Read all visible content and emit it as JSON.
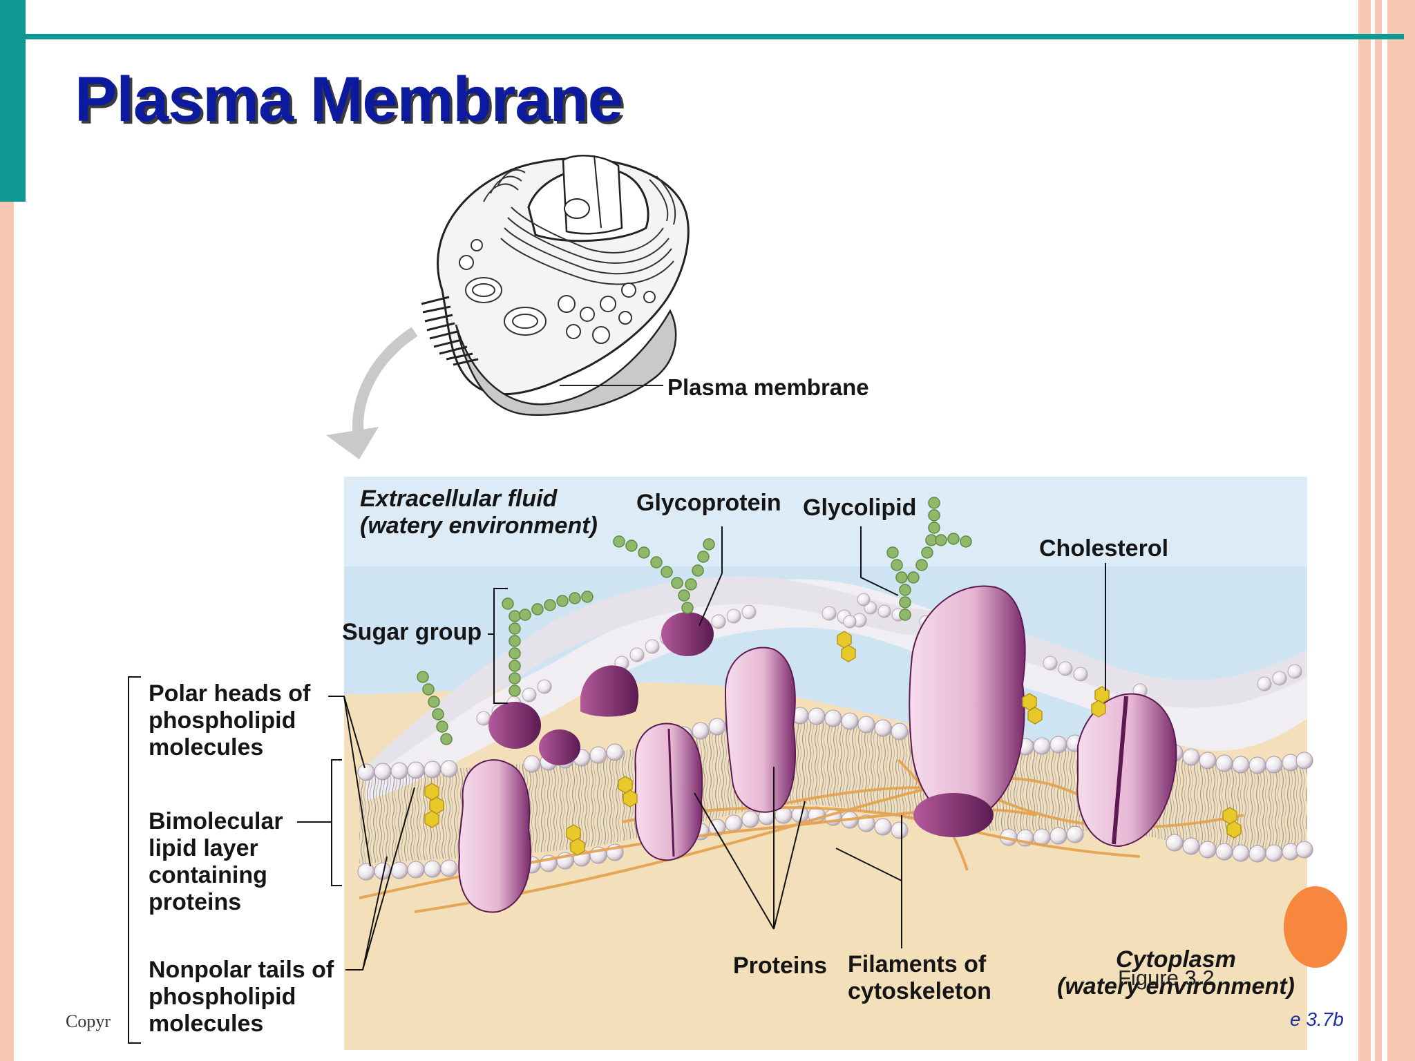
{
  "slide": {
    "title": "Plasma Membrane",
    "copyright": "Copyr",
    "figure_ref": "e 3.7b",
    "figure_caption": "Figure 3.2"
  },
  "colors": {
    "teal": "#0e9a93",
    "title_blue": "#0b1a9e",
    "stripe_salmon": "#f8c7b4",
    "accent_orange": "#f7863f",
    "extracellular": "#cfe4f2",
    "cytoplasm": "#f3dfb9",
    "protein_purple": "#7a2a6c",
    "protein_light": "#f2cfe4",
    "sugar_green": "#8fb86a",
    "cholesterol_yellow": "#e8c92a",
    "filament_orange": "#e4a24d"
  },
  "diagram": {
    "cell_label": "Plasma membrane",
    "labels": {
      "extracellular_line1": "Extracellular fluid",
      "extracellular_line2": "(watery environment)",
      "glycoprotein": "Glycoprotein",
      "glycolipid": "Glycolipid",
      "cholesterol": "Cholesterol",
      "sugar_group": "Sugar group",
      "polar_heads_1": "Polar heads of",
      "polar_heads_2": "phospholipid",
      "polar_heads_3": "molecules",
      "bimolecular_1": "Bimolecular",
      "bimolecular_2": "lipid layer",
      "bimolecular_3": "containing",
      "bimolecular_4": "proteins",
      "nonpolar_1": "Nonpolar tails of",
      "nonpolar_2": "phospholipid",
      "nonpolar_3": "molecules",
      "proteins": "Proteins",
      "filaments_1": "Filaments of",
      "filaments_2": "cytoskeleton",
      "cytoplasm_1": "Cytoplasm",
      "cytoplasm_2": "(watery environment)"
    }
  }
}
